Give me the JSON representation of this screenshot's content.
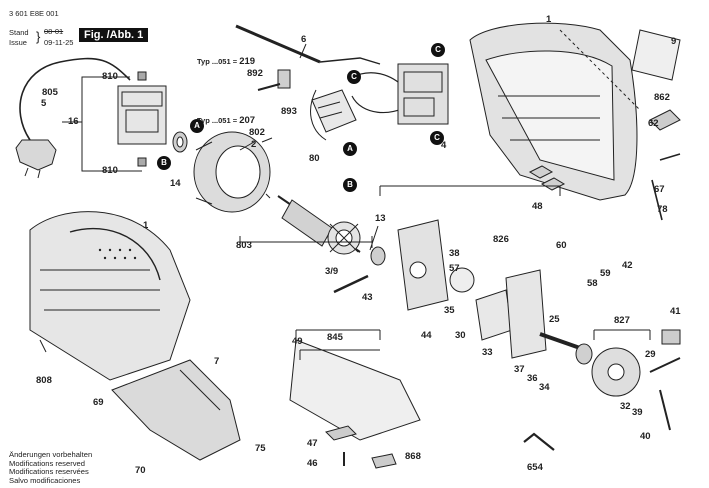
{
  "header": {
    "doc_number": "3 601 E8E 001",
    "stand_label": "Stand",
    "issue_label": "Issue",
    "date_old": "08-01",
    "date_new": "09-11-25",
    "figure_label": "Fig. /Abb. 1"
  },
  "type_ranges": [
    {
      "prefix": "Typ ...051 =",
      "value": "219"
    },
    {
      "prefix": "Typ ...051 =",
      "value": "207"
    }
  ],
  "modifications": [
    "Änderungen vorbehalten",
    "Modifications reserved",
    "Modifications reservées",
    "Salvo modificaciones"
  ],
  "markers": [
    "A",
    "A",
    "B",
    "B",
    "C",
    "C",
    "C"
  ],
  "part_labels": [
    "1",
    "1",
    "2",
    "4",
    "5",
    "6",
    "7",
    "9",
    "13",
    "14",
    "16",
    "16",
    "25",
    "29",
    "30",
    "32",
    "33",
    "34",
    "35",
    "36",
    "37",
    "38",
    "39",
    "40",
    "41",
    "42",
    "43",
    "44",
    "46",
    "47",
    "48",
    "49",
    "57",
    "58",
    "59",
    "60",
    "62",
    "67",
    "69",
    "70",
    "75",
    "78",
    "80",
    "802",
    "803",
    "805",
    "808",
    "810",
    "810",
    "826",
    "827",
    "845",
    "862",
    "868",
    "892",
    "893",
    "3/9",
    "654"
  ]
}
